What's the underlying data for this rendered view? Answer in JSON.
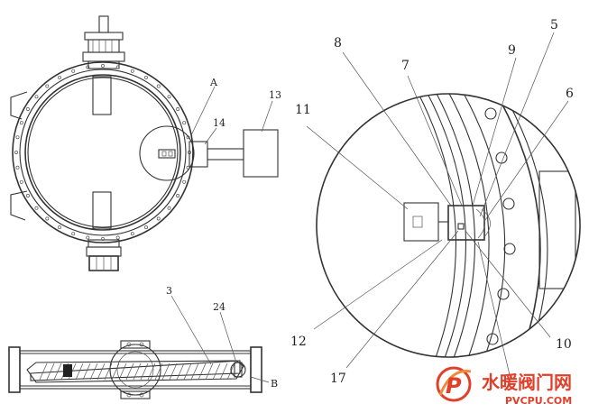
{
  "labels": {
    "top_left": {
      "a": "A",
      "l13": "13",
      "l14": "14"
    },
    "bottom_left": {
      "l3": "3",
      "l24": "24",
      "b": "B"
    },
    "detail": {
      "l5": "5",
      "l6": "6",
      "l7": "7",
      "l8": "8",
      "l9": "9",
      "l10": "10",
      "l11": "11",
      "l12": "12",
      "l17": "17"
    }
  },
  "watermark": {
    "cn": "水暖阀门网",
    "url": "PVCPU.COM",
    "logo_letter": "P",
    "color": "#e0402a"
  }
}
